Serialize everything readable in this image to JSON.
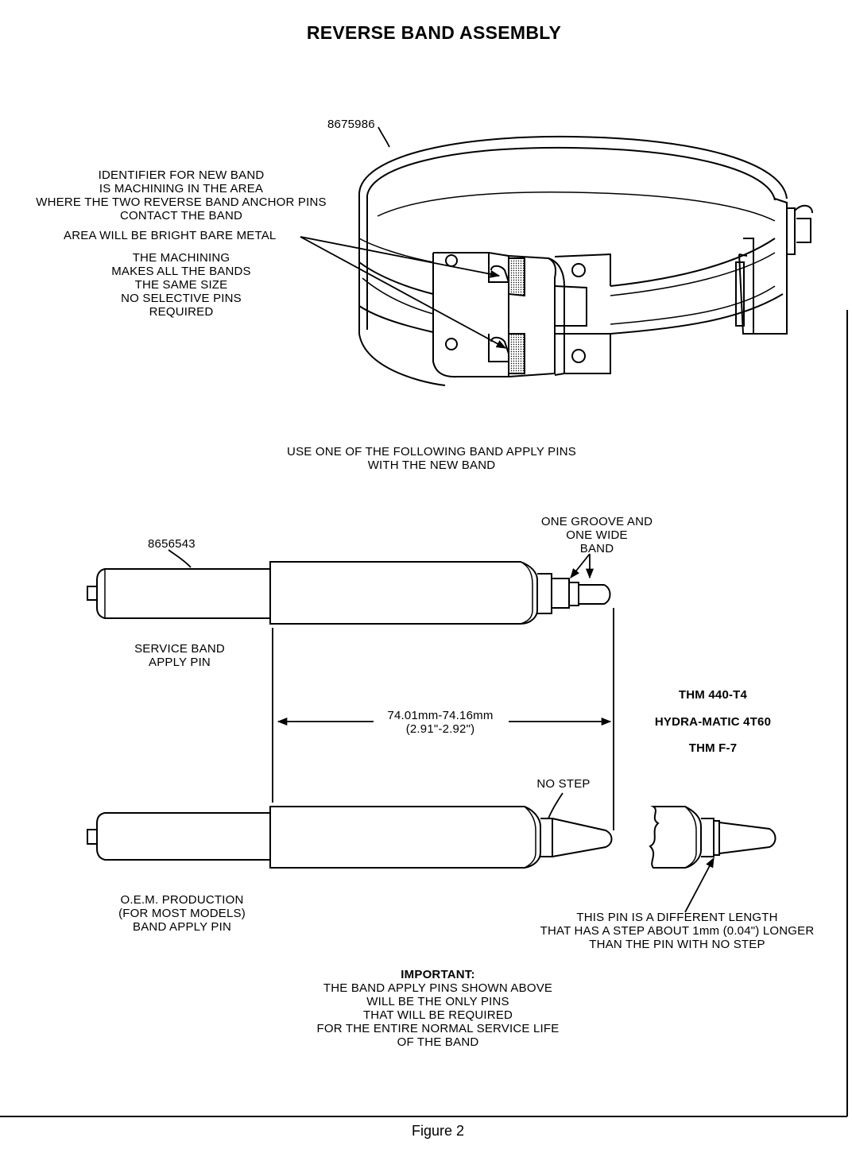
{
  "title": "REVERSE BAND ASSEMBLY",
  "figure_label": "Figure 2",
  "band": {
    "part_number": "8675986",
    "identifier_note": [
      "IDENTIFIER FOR NEW BAND",
      "IS MACHINING IN THE AREA",
      "WHERE THE TWO REVERSE BAND ANCHOR PINS",
      "CONTACT THE BAND"
    ],
    "bare_metal_note": "AREA WILL BE BRIGHT BARE METAL",
    "machining_note": [
      "THE MACHINING",
      "MAKES ALL THE BANDS",
      "THE SAME SIZE",
      "NO SELECTIVE PINS",
      "REQUIRED"
    ]
  },
  "pins_intro": [
    "USE ONE OF THE FOLLOWING BAND APPLY PINS",
    "WITH THE NEW BAND"
  ],
  "service_pin": {
    "part_number": "8656543",
    "groove_note": [
      "ONE GROOVE AND",
      "ONE WIDE",
      "BAND"
    ],
    "label": [
      "SERVICE BAND",
      "APPLY PIN"
    ]
  },
  "dimension": [
    "74.01mm-74.16mm",
    "(2.91\"-2.92\")"
  ],
  "applications": [
    "THM 440-T4",
    "HYDRA-MATIC 4T60",
    "THM F-7"
  ],
  "oem_pin": {
    "no_step_label": "NO STEP",
    "label": [
      "O.E.M. PRODUCTION",
      "(FOR MOST MODELS)",
      "BAND APPLY PIN"
    ]
  },
  "step_pin_note": [
    "THIS PIN IS A DIFFERENT LENGTH",
    "THAT HAS A STEP ABOUT 1mm (0.04\") LONGER",
    "THAN THE PIN WITH NO STEP"
  ],
  "important": {
    "heading": "IMPORTANT:",
    "lines": [
      "THE BAND APPLY PINS SHOWN ABOVE",
      "WILL BE THE ONLY PINS",
      "THAT WILL BE REQUIRED",
      "FOR THE ENTIRE NORMAL SERVICE LIFE",
      "OF THE BAND"
    ]
  }
}
